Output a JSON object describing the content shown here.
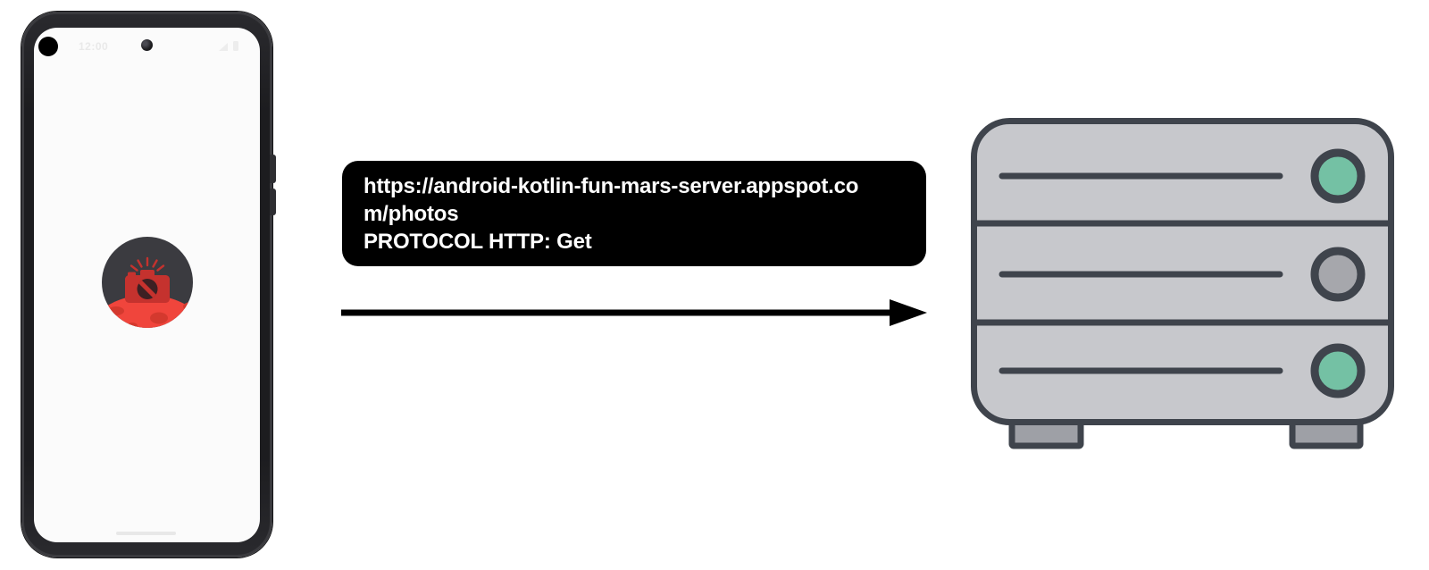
{
  "request": {
    "url": "https://android-kotlin-fun-mars-server.appspot.com/photos",
    "protocol_line": "PROTOCOL HTTP: Get",
    "bubble_color": "#000000",
    "text_color": "#ffffff",
    "arrow_color": "#000000",
    "arrow_direction": "right"
  },
  "phone": {
    "status_bar": {
      "time": "12:00"
    },
    "frame_color": "#1d1d20",
    "screen_color": "#fbfbfb",
    "app_icon": {
      "name": "mars-photos-camera-icon",
      "colors": {
        "surface": "#3b3b40",
        "planet": "#f0453c",
        "crater": "#d4392e",
        "camera": "#c5322e",
        "lens": "#3c2023"
      }
    }
  },
  "server": {
    "name": "web-server-icon",
    "colors": {
      "body": "#c7c8cc",
      "outline": "#3f444c",
      "feet": "#9ea0a6"
    },
    "units": [
      {
        "led": "green",
        "led_color": "#74c1a4"
      },
      {
        "led": "gray",
        "led_color": "#a6a7ac"
      },
      {
        "led": "green",
        "led_color": "#74c1a4"
      }
    ]
  }
}
